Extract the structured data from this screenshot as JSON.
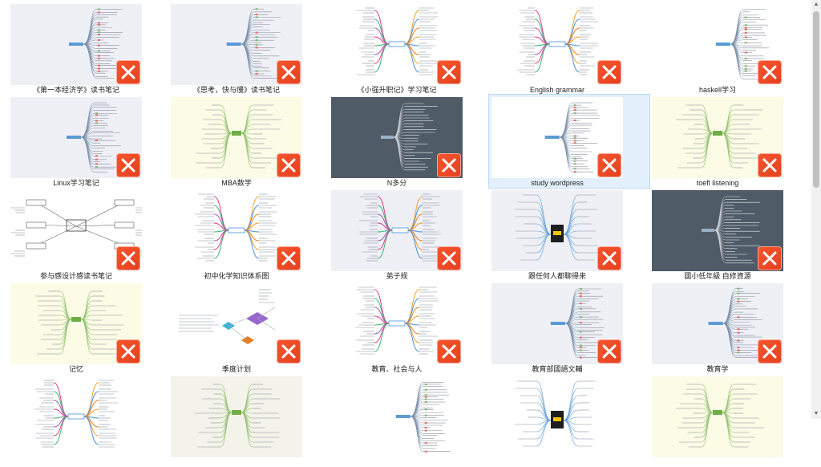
{
  "cards": [
    {
      "title": "《第一本经济学》读书笔记",
      "bg": "#eef0f6",
      "style": "right",
      "badge": true
    },
    {
      "title": "《思考，快与慢》读书笔记",
      "bg": "#eef0f6",
      "style": "right",
      "badge": true
    },
    {
      "title": "《小强升职记》学习笔记",
      "bg": "#ffffff",
      "style": "color",
      "badge": true
    },
    {
      "title": "English grammar",
      "bg": "#ffffff",
      "style": "fan",
      "badge": true
    },
    {
      "title": "haskell学习",
      "bg": "#ffffff",
      "style": "right",
      "badge": true
    },
    {
      "title": "Linux学习笔记",
      "bg": "#eef0f6",
      "style": "vertical",
      "badge": true
    },
    {
      "title": "MBA数学",
      "bg": "#fbfbe6",
      "style": "tree",
      "badge": true
    },
    {
      "title": "N多分",
      "bg": "#4f5b66",
      "style": "dark",
      "badge": true
    },
    {
      "title": "study wordpress",
      "bg": "#ffffff",
      "style": "right",
      "badge": true,
      "selected": true
    },
    {
      "title": "toefl listening",
      "bg": "#fbfbe6",
      "style": "tree",
      "badge": true
    },
    {
      "title": "参与感设计感读书笔记",
      "bg": "#ffffff",
      "style": "boxes",
      "badge": true
    },
    {
      "title": "初中化学知识体系图",
      "bg": "#ffffff",
      "style": "color",
      "badge": true
    },
    {
      "title": "弟子规",
      "bg": "#eef0f6",
      "style": "sym",
      "badge": true
    },
    {
      "title": "跟任何人都聊得来",
      "bg": "#eef0f6",
      "style": "book",
      "badge": true
    },
    {
      "title": "國小低年級 自修資源",
      "bg": "#4f5b66",
      "style": "dark",
      "badge": true
    },
    {
      "title": "记忆",
      "bg": "#fbfbe6",
      "style": "tree",
      "badge": true
    },
    {
      "title": "季度计划",
      "bg": "#ffffff",
      "style": "diamond",
      "badge": true
    },
    {
      "title": "教育、社会与人",
      "bg": "#ffffff",
      "style": "color",
      "badge": true
    },
    {
      "title": "教育部國語文輔",
      "bg": "#eef0f6",
      "style": "right",
      "badge": true
    },
    {
      "title": "教育学",
      "bg": "#eef0f6",
      "style": "right",
      "badge": true
    },
    {
      "title": "",
      "bg": "#ffffff",
      "style": "color",
      "badge": false
    },
    {
      "title": "",
      "bg": "#f3f3ea",
      "style": "tree",
      "badge": false
    },
    {
      "title": "",
      "bg": "#ffffff",
      "style": "right",
      "badge": false
    },
    {
      "title": "",
      "bg": "#ffffff",
      "style": "book",
      "badge": false
    },
    {
      "title": "",
      "bg": "#fbfbe6",
      "style": "tree",
      "badge": false
    }
  ],
  "icons": {
    "badge": "xmind-x-icon",
    "scroll_up": "▲",
    "scroll_down": "▼"
  },
  "colors": {
    "badge": "#ef4b26",
    "selected_bg": "#e3f0fb",
    "caption": "#222222"
  }
}
